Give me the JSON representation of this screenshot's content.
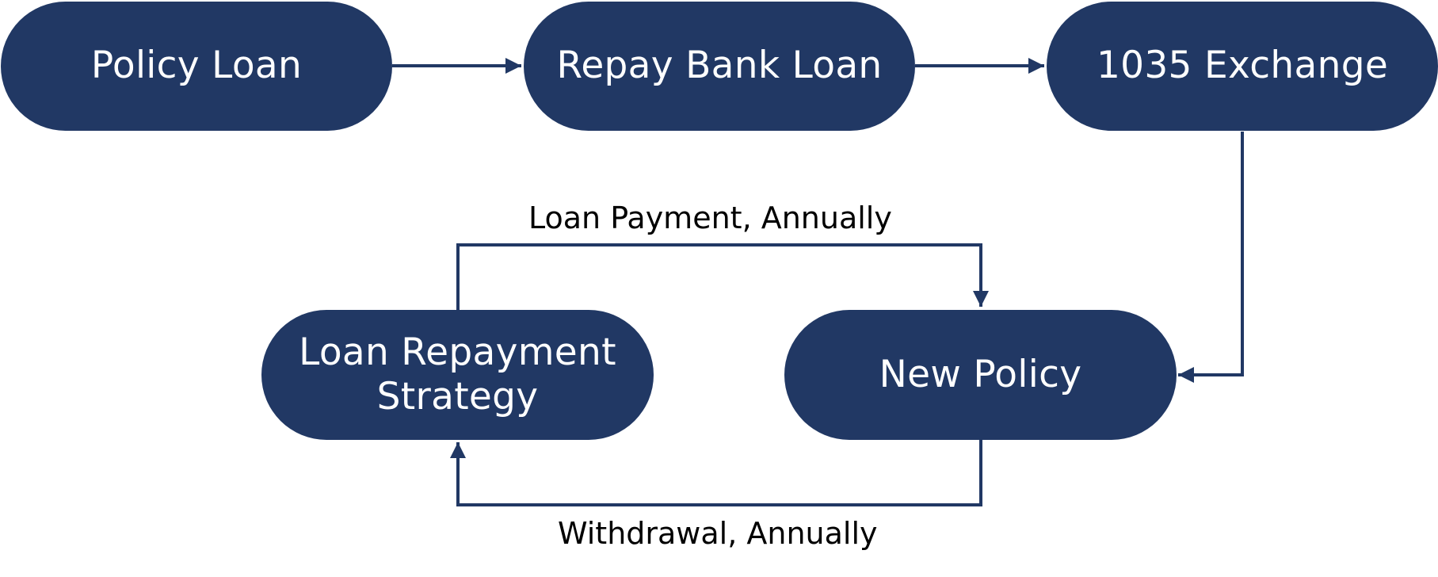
{
  "diagram": {
    "colors": {
      "node_fill": "#213864",
      "node_text": "#ffffff",
      "connector": "#213864",
      "label_text": "#000000"
    },
    "nodes": {
      "policy_loan": {
        "label": "Policy Loan"
      },
      "repay_bank_loan": {
        "label": "Repay Bank Loan"
      },
      "exchange_1035": {
        "label": "1035 Exchange"
      },
      "loan_repayment_strategy": {
        "line1": "Loan Repayment",
        "line2": "Strategy"
      },
      "new_policy": {
        "label": "New Policy"
      }
    },
    "edges": [
      {
        "from": "Policy Loan",
        "to": "Repay Bank Loan",
        "label": ""
      },
      {
        "from": "Repay Bank Loan",
        "to": "1035 Exchange",
        "label": ""
      },
      {
        "from": "1035 Exchange",
        "to": "New Policy",
        "label": ""
      },
      {
        "from": "Loan Repayment Strategy",
        "to": "New Policy",
        "label": "Loan Payment, Annually"
      },
      {
        "from": "New Policy",
        "to": "Loan Repayment Strategy",
        "label": "Withdrawal, Annually"
      }
    ],
    "edge_labels": {
      "loan_payment": "Loan Payment, Annually",
      "withdrawal": "Withdrawal, Annually"
    }
  }
}
